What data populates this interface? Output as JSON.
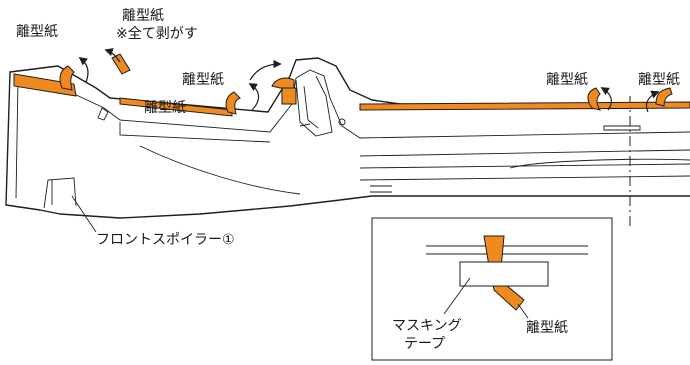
{
  "labels": {
    "release_paper_top_left": "離型紙",
    "release_paper_peel_all": "離型紙",
    "peel_all_note": "※全て剥がす",
    "release_paper_middle": "離型紙",
    "release_paper_front_edge": "離型紙",
    "release_paper_right_1": "離型紙",
    "release_paper_right_2": "離型紙",
    "part_name": "フロントスポイラー①",
    "inset_masking_tape_line1": "マスキング",
    "inset_masking_tape_line2": "テープ",
    "inset_release_paper": "離型紙"
  },
  "colors": {
    "release_paper": "#ef8a1f",
    "line": "#1e1e1e",
    "background": "#ffffff"
  }
}
